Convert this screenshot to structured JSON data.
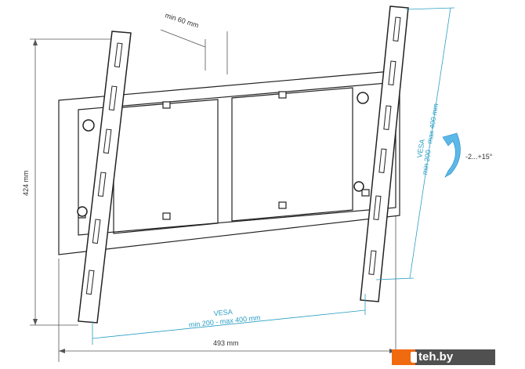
{
  "dimensions": {
    "height": "424 mm",
    "width": "493 mm",
    "wall_distance": "min 60 mm",
    "tilt": "-2...+15°"
  },
  "vesa_horizontal": {
    "title": "VESA",
    "range": "min 200 - max 400 mm"
  },
  "vesa_vertical": {
    "title": "VESA",
    "range": "min 200 - max 400 mm"
  },
  "watermark": {
    "text": "teh.by",
    "prefix": "1"
  },
  "colors": {
    "accent": "#2a9ec4",
    "arrow": "#5bb8e8",
    "line": "#222222",
    "watermark_orange": "#f06a10"
  }
}
